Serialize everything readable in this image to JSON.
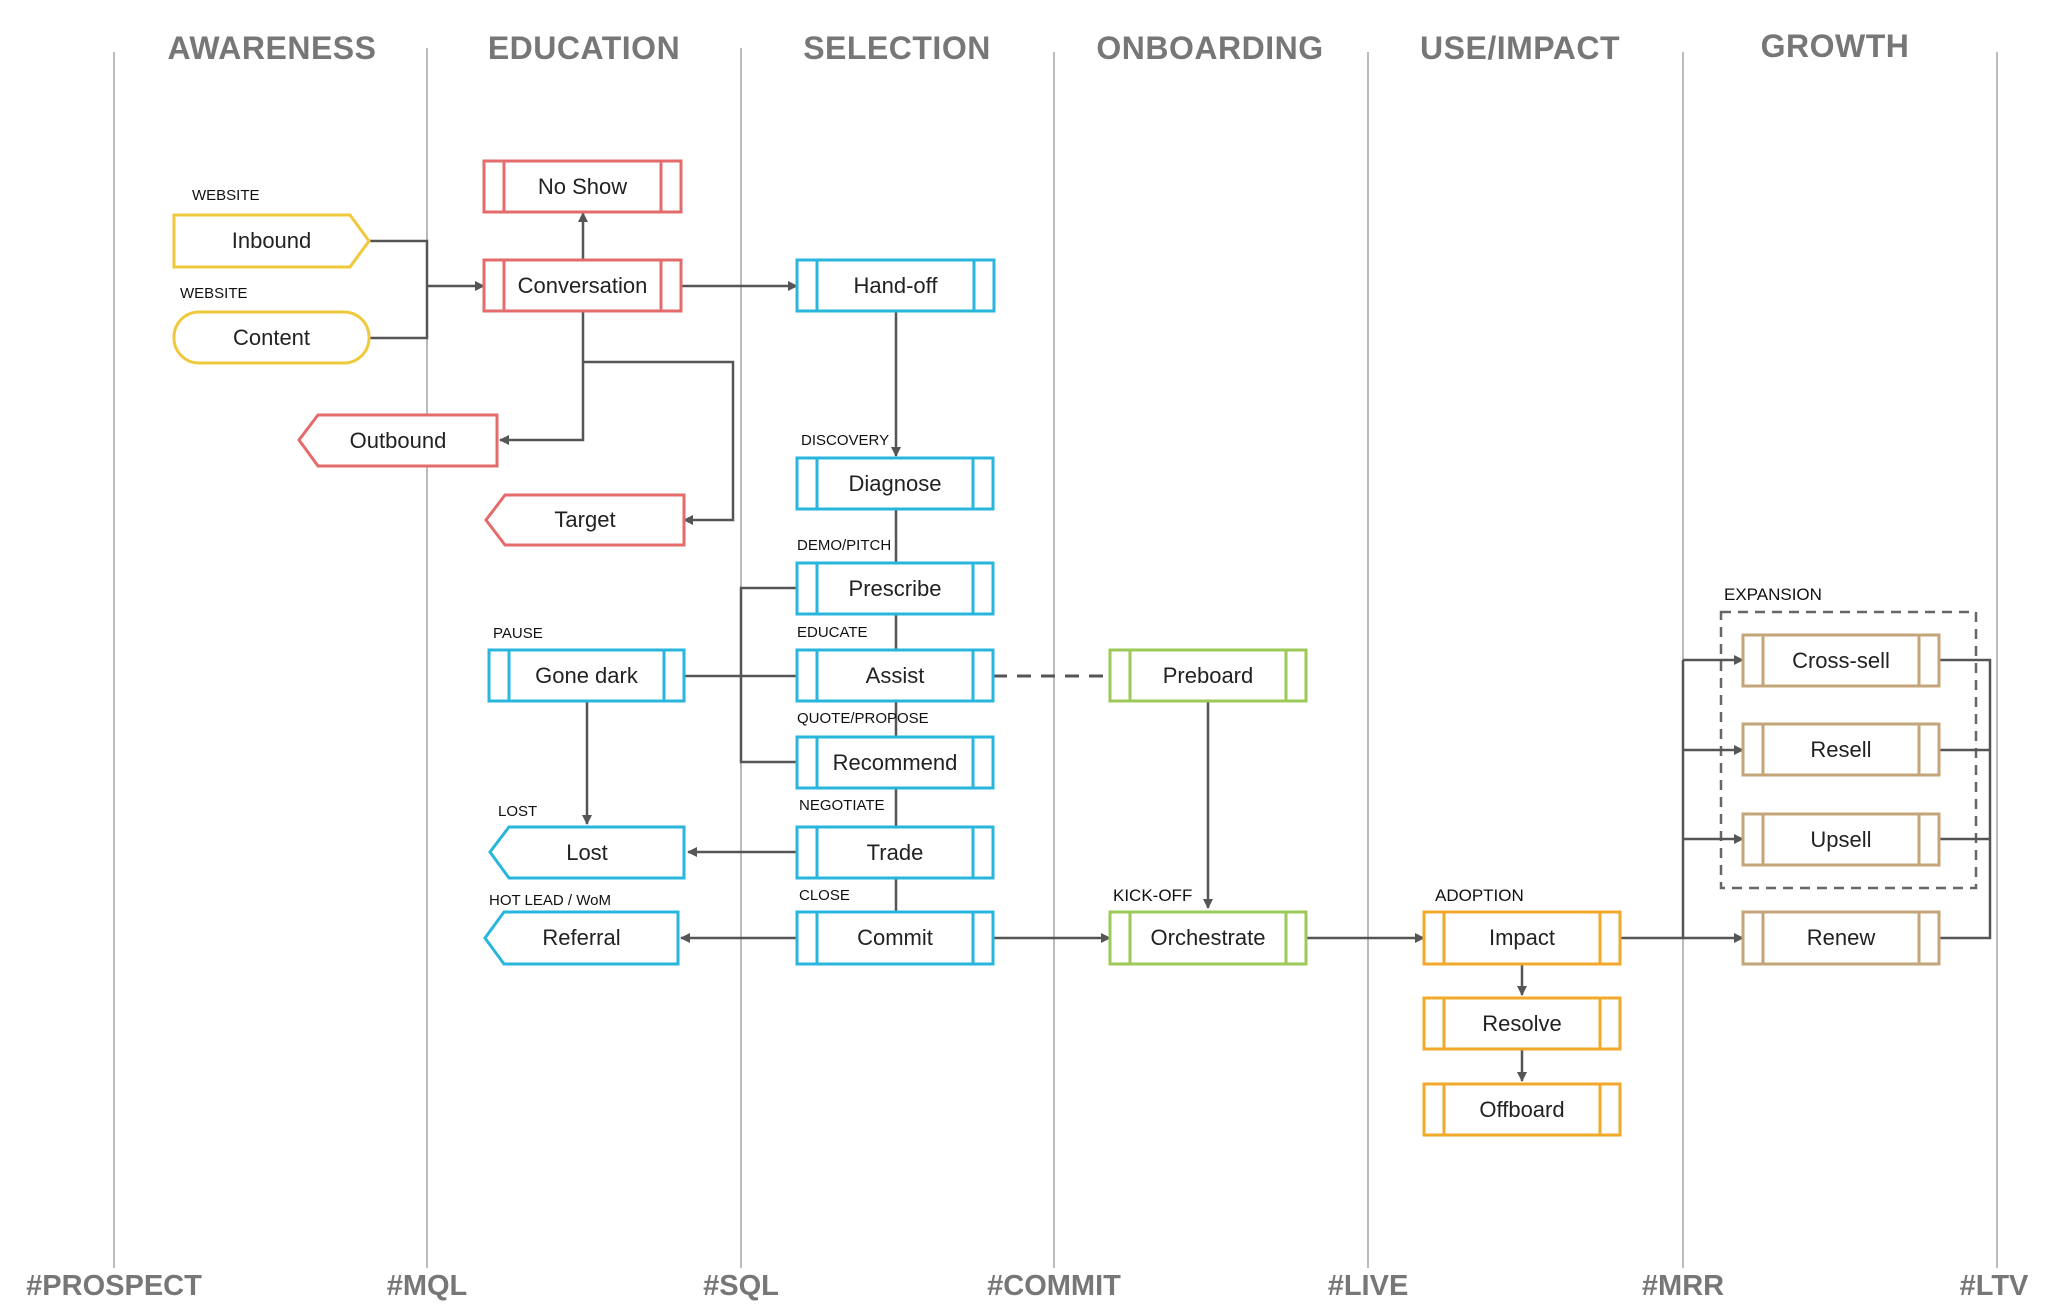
{
  "colors": {
    "yellow": "#efc93b",
    "red": "#e56b6b",
    "blue": "#29b6dd",
    "green": "#9cc957",
    "orange": "#f2a929",
    "tan": "#c4a57a",
    "line": "#555555",
    "divider": "#bbbbbb",
    "stage_text": "#777777"
  },
  "stages": [
    "AWARENESS",
    "EDUCATION",
    "SELECTION",
    "ONBOARDING",
    "USE/IMPACT",
    "GROWTH"
  ],
  "milestones": [
    "#PROSPECT",
    "#MQL",
    "#SQL",
    "#COMMIT",
    "#LIVE",
    "#MRR",
    "#LTV"
  ],
  "labels": {
    "website_1": "WEBSITE",
    "website_2": "WEBSITE",
    "discovery": "DISCOVERY",
    "demo_pitch": "DEMO/PITCH",
    "educate": "EDUCATE",
    "quote_propose": "QUOTE/PROPOSE",
    "negotiate": "NEGOTIATE",
    "close": "CLOSE",
    "pause": "PAUSE",
    "lost": "LOST",
    "hot_lead": "HOT LEAD / WoM",
    "kick_off": "KICK-OFF",
    "adoption": "ADOPTION",
    "expansion": "EXPANSION"
  },
  "nodes": {
    "inbound": "Inbound",
    "content": "Content",
    "no_show": "No Show",
    "conversation": "Conversation",
    "outbound": "Outbound",
    "target": "Target",
    "gone_dark": "Gone dark",
    "lost": "Lost",
    "referral": "Referral",
    "hand_off": "Hand-off",
    "diagnose": "Diagnose",
    "prescribe": "Prescribe",
    "assist": "Assist",
    "recommend": "Recommend",
    "trade": "Trade",
    "commit": "Commit",
    "preboard": "Preboard",
    "orchestrate": "Orchestrate",
    "impact": "Impact",
    "resolve": "Resolve",
    "offboard": "Offboard",
    "cross_sell": "Cross-sell",
    "resell": "Resell",
    "upsell": "Upsell",
    "renew": "Renew"
  }
}
